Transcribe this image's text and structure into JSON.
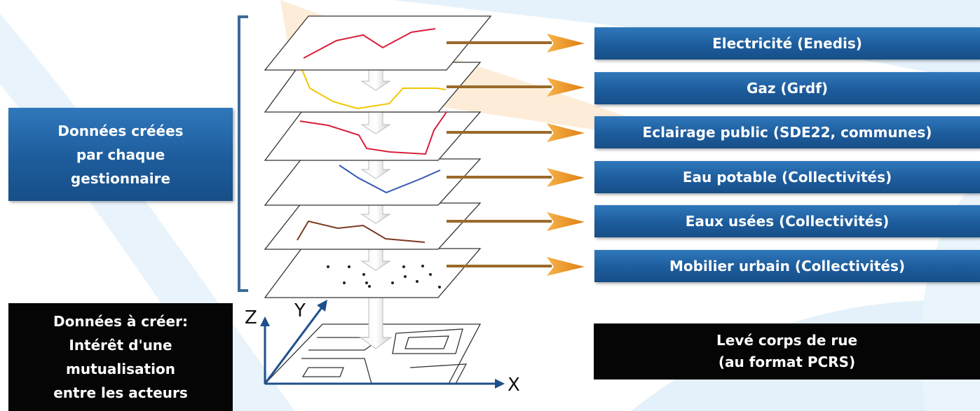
{
  "left_labels": {
    "created_by_managers": [
      "Données créées",
      "par chaque",
      "gestionnaire"
    ],
    "to_create": [
      "Données à créer:",
      "Intérêt d'une",
      "mutualisation",
      "entre les acteurs"
    ]
  },
  "layers": [
    {
      "label": "Electricité (Enedis)",
      "line_color": "#d9203a"
    },
    {
      "label": "Gaz (Grdf)",
      "line_color": "#f3c600"
    },
    {
      "label": "Eclairage public (SDE22, communes)",
      "line_color": "#d9203a"
    },
    {
      "label": "Eau potable (Collectivités)",
      "line_color": "#3557b7"
    },
    {
      "label": "Eaux usées (Collectivités)",
      "line_color": "#7a3a22"
    },
    {
      "label": "Mobilier urbain (Collectivités)",
      "line_color": "#111111"
    }
  ],
  "street_label": [
    "Levé corps de rue",
    "(au format PCRS)"
  ],
  "axes": {
    "z": "Z",
    "y": "Y",
    "x": "X"
  },
  "colors": {
    "label_blue": "#1f5f9f",
    "label_black": "#050505",
    "arrow_orange": "#e8901c",
    "bracket": "#3a6a97",
    "axis_blue": "#1f4f8a"
  }
}
